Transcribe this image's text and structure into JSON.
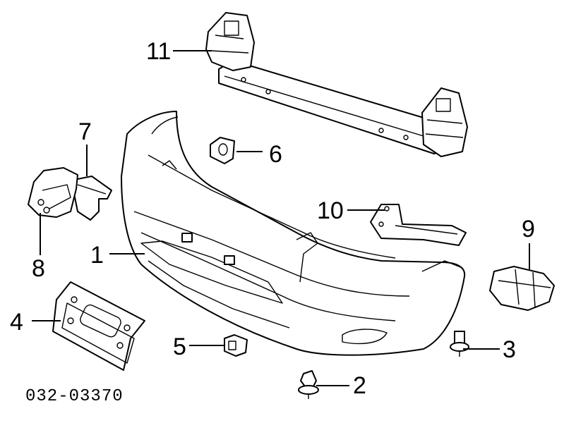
{
  "diagram": {
    "code": "032-03370",
    "callouts": {
      "c1": "1",
      "c2": "2",
      "c3": "3",
      "c4": "4",
      "c5": "5",
      "c6": "6",
      "c7": "7",
      "c8": "8",
      "c9": "9",
      "c10": "10",
      "c11": "11"
    }
  }
}
